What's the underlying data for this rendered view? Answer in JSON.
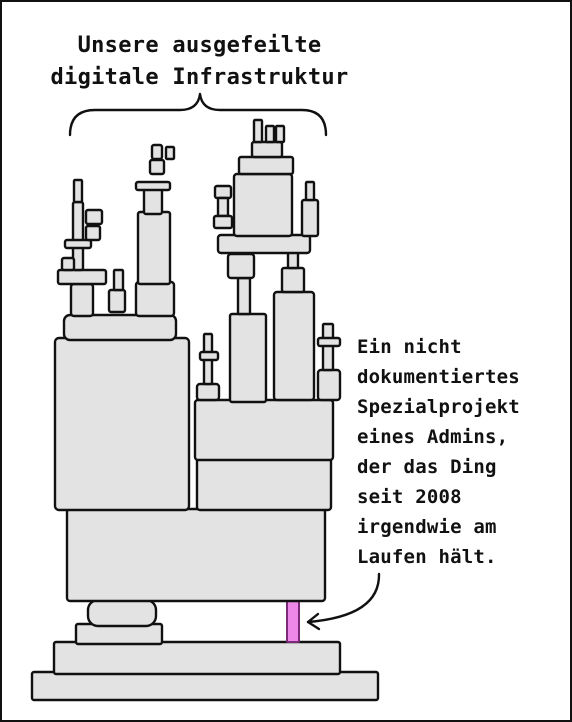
{
  "title_lines": [
    "Unsere ausgefeilte",
    "digitale Infrastruktur"
  ],
  "annotation_lines": [
    "Ein nicht",
    "dokumentiertes",
    "Spezialprojekt",
    "eines Admins,",
    "der das Ding",
    "seit 2008",
    "irgendwie am",
    "Laufen hält."
  ],
  "colors": {
    "block_fill": "#e3e3e3",
    "outline": "#111111",
    "critical_block": "#ee88e8"
  }
}
